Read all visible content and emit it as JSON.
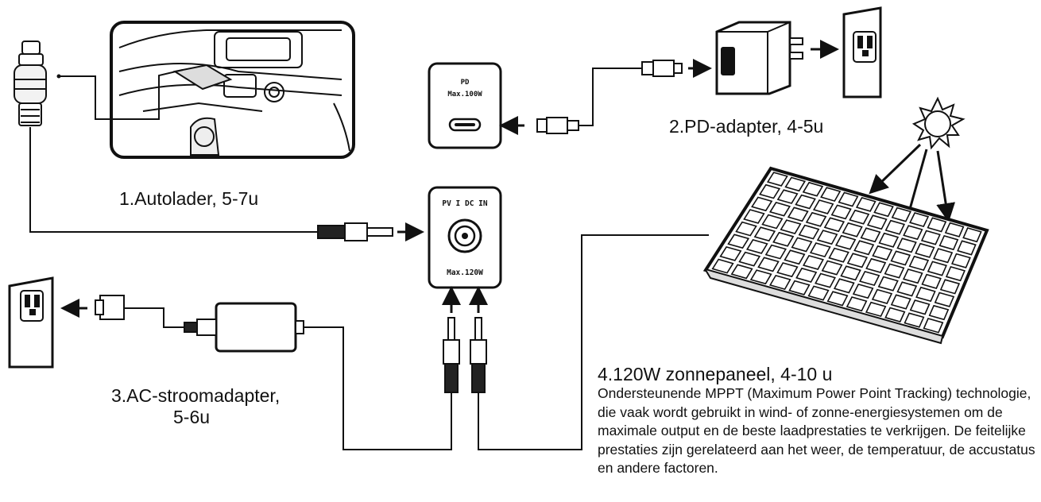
{
  "ports": {
    "pd": {
      "name": "PD",
      "rating": "Max.100W"
    },
    "dc": {
      "name": "PV I DC IN",
      "rating": "Max.120W"
    }
  },
  "methods": [
    {
      "id": "car",
      "label": "1.Autolader, 5-7u"
    },
    {
      "id": "pd",
      "label": "2.PD-adapter, 4-5u"
    },
    {
      "id": "ac",
      "label_line1": "3.AC-stroomadapter,",
      "label_line2": "5-6u"
    },
    {
      "id": "solar",
      "label": "4.120W zonnepaneel, 4-10 u",
      "description": "Ondersteunende MPPT (Maximum Power Point Tracking) technologie, die vaak wordt gebruikt in wind- of zonne-energiesystemen om de maximale output en de beste laadprestaties te verkrijgen. De feitelijke prestaties zijn gerelateerd aan het weer, de temperatuur, de accustatus en andere factoren."
    }
  ],
  "colors": {
    "line": "#111111",
    "background": "#ffffff"
  }
}
